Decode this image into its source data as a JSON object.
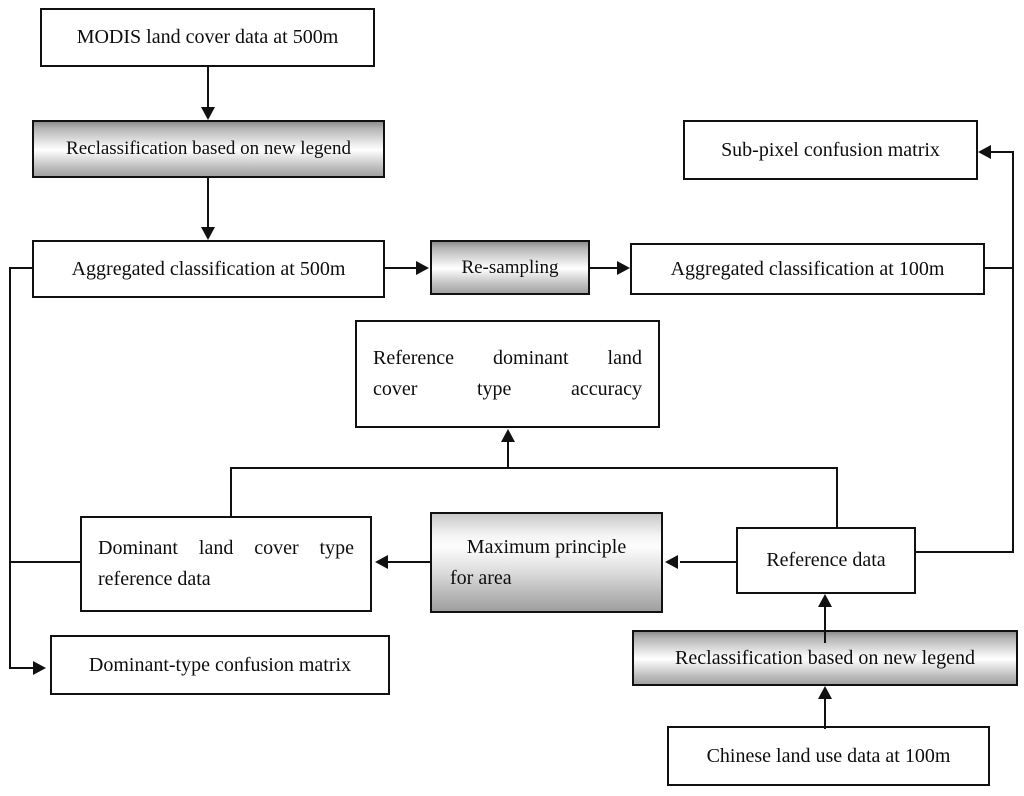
{
  "diagram": {
    "title": "Land cover classification accuracy assessment workflow",
    "type": "flowchart",
    "colors": {
      "stroke": "#111111",
      "box_fill": "#ffffff",
      "process_fill_gradient_top": "#8e8e8e",
      "process_fill_gradient_mid": "#ffffff",
      "process_fill_gradient_bottom": "#a2a2a2"
    },
    "nodes": [
      {
        "id": "modis",
        "label": "MODIS land cover data at 500m",
        "style": "plain"
      },
      {
        "id": "reclass_modis",
        "label": "Reclassification based on new legend",
        "style": "shaded"
      },
      {
        "id": "agg500",
        "label": "Aggregated  classification at 500m",
        "style": "plain"
      },
      {
        "id": "resample",
        "label": "Re-sampling",
        "style": "shaded"
      },
      {
        "id": "agg100",
        "label": "Aggregated  classification at 100m",
        "style": "plain"
      },
      {
        "id": "subpixel",
        "label": "Sub-pixel confusion matrix",
        "style": "plain"
      },
      {
        "id": "ref_dom_acc",
        "label_line1": "Reference dominant land",
        "label_line2": "cover type accuracy",
        "style": "plain"
      },
      {
        "id": "dom_ref_data",
        "label_line1": "Dominant land cover type",
        "label_line2": "reference data",
        "style": "plain"
      },
      {
        "id": "max_principle",
        "label_line1": "Maximum  principle",
        "label_line2": "for area",
        "style": "shaded"
      },
      {
        "id": "ref_data",
        "label": "Reference  data",
        "style": "plain"
      },
      {
        "id": "dom_conf",
        "label": "Dominant-type confusion matrix",
        "style": "plain"
      },
      {
        "id": "reclass_cn",
        "label": "Reclassification  based on new legend",
        "style": "shaded"
      },
      {
        "id": "chinese",
        "label": "Chinese land use data at 100m",
        "style": "plain"
      }
    ],
    "edges": [
      {
        "from": "modis",
        "to": "reclass_modis",
        "dir": "down"
      },
      {
        "from": "reclass_modis",
        "to": "agg500",
        "dir": "down"
      },
      {
        "from": "agg500",
        "to": "resample",
        "dir": "right"
      },
      {
        "from": "resample",
        "to": "agg100",
        "dir": "right"
      },
      {
        "from": "agg100",
        "to": "subpixel",
        "dir": "left"
      },
      {
        "from": "ref_data",
        "to": "subpixel",
        "dir": "left"
      },
      {
        "from": "max_principle",
        "to": "dom_ref_data",
        "dir": "left"
      },
      {
        "from": "ref_data",
        "to": "max_principle",
        "dir": "left"
      },
      {
        "from": "dom_ref_data",
        "to": "ref_dom_acc",
        "dir": "up"
      },
      {
        "from": "agg500",
        "to": "dom_conf",
        "dir": "right"
      },
      {
        "from": "reclass_cn",
        "to": "ref_data",
        "dir": "up"
      },
      {
        "from": "chinese",
        "to": "reclass_cn",
        "dir": "up"
      }
    ]
  }
}
